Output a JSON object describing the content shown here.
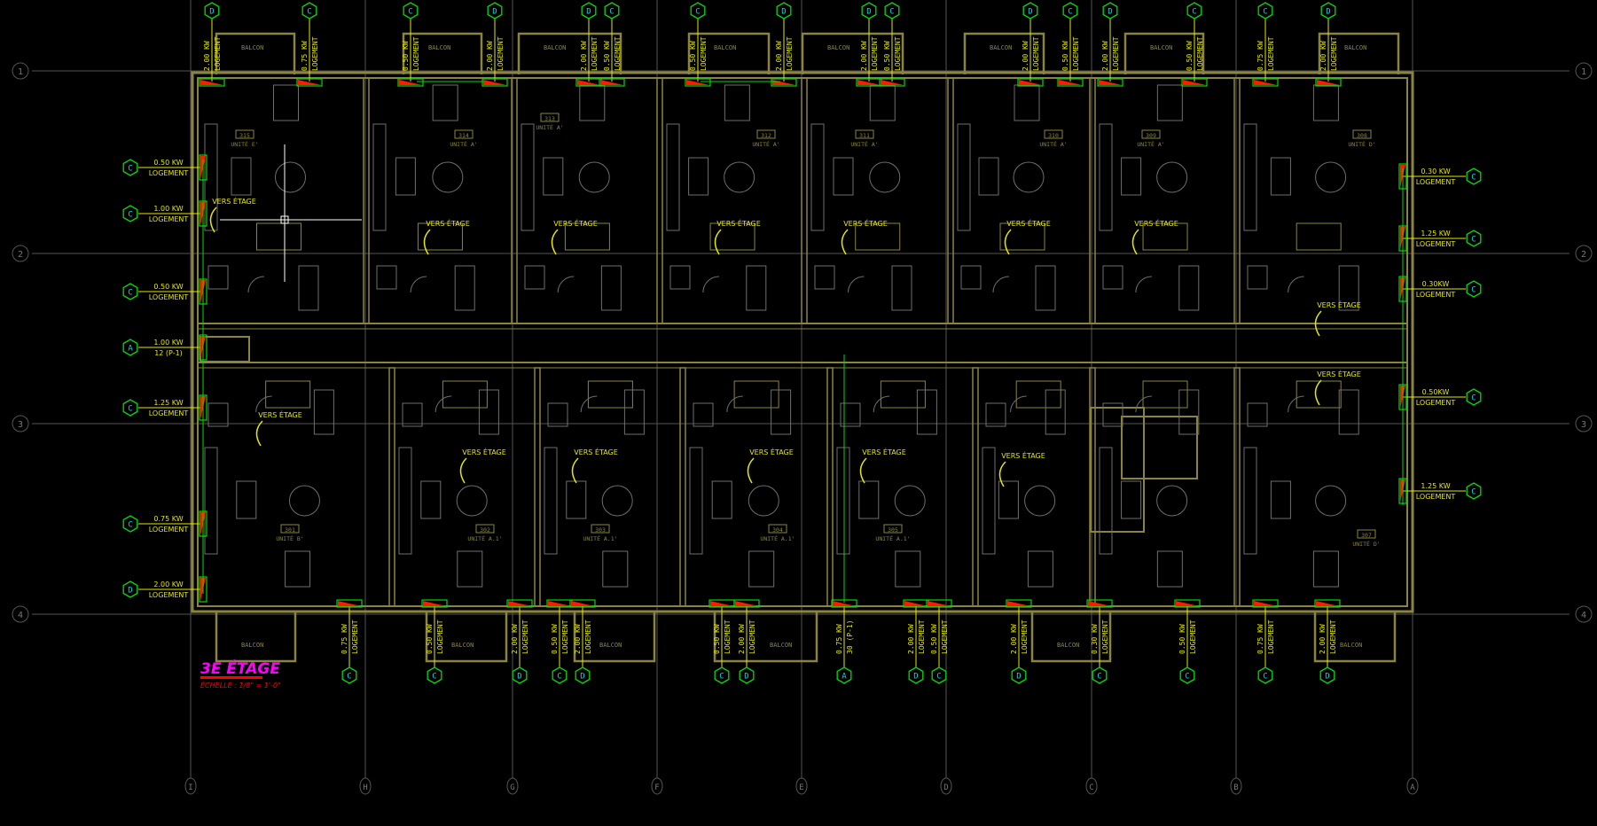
{
  "drawing": {
    "title": "3E ÉTAGE",
    "scale": "ÉCHELLE : 1/8\" = 1'-0\""
  },
  "grid": {
    "rows": [
      "1",
      "2",
      "3",
      "4"
    ],
    "columns": [
      "I",
      "H",
      "G",
      "F",
      "E",
      "D",
      "C",
      "B",
      "A"
    ]
  },
  "labels": {
    "balcony": "BALCON",
    "stairs": "VERS ÉTAGE"
  },
  "callouts_top": [
    {
      "circuit": "D",
      "load": "2.00 KW",
      "label": "LOGEMENT"
    },
    {
      "circuit": "C",
      "load": "0.75 KW",
      "label": "LOGEMENT"
    },
    {
      "circuit": "C",
      "load": "0.50 KW",
      "label": "LOGEMENT"
    },
    {
      "circuit": "D",
      "load": "2.00 KW",
      "label": "LOGEMENT"
    },
    {
      "circuit": "D",
      "load": "2.00 KW",
      "label": "LOGEMENT"
    },
    {
      "circuit": "C",
      "load": "0.50 KW",
      "label": "LOGEMENT"
    },
    {
      "circuit": "C",
      "load": "0.50 KW",
      "label": "LOGEMENT"
    },
    {
      "circuit": "D",
      "load": "2.00 KW",
      "label": "LOGEMENT"
    },
    {
      "circuit": "D",
      "load": "2.00 KW",
      "label": "LOGEMENT"
    },
    {
      "circuit": "C",
      "load": "0.50 KW",
      "label": "LOGEMENT"
    },
    {
      "circuit": "D",
      "load": "2.00 KW",
      "label": "LOGEMENT"
    },
    {
      "circuit": "C",
      "load": "0.50 KW",
      "label": "LOGEMENT"
    },
    {
      "circuit": "D",
      "load": "2.00 KW",
      "label": "LOGEMENT"
    },
    {
      "circuit": "C",
      "load": "0.50 KW",
      "label": "LOGEMENT"
    },
    {
      "circuit": "C",
      "load": "0.75 KW",
      "label": "LOGEMENT"
    },
    {
      "circuit": "D",
      "load": "2.00 KW",
      "label": "LOGEMENT"
    }
  ],
  "callouts_bottom": [
    {
      "circuit": "C",
      "load": "0.75 KW",
      "label": "LOGEMENT"
    },
    {
      "circuit": "C",
      "load": "0.50 KW",
      "label": "LOGEMENT"
    },
    {
      "circuit": "D",
      "load": "2.00 KW",
      "label": "LOGEMENT"
    },
    {
      "circuit": "C",
      "load": "0.50 KW",
      "label": "LOGEMENT"
    },
    {
      "circuit": "D",
      "load": "2.00 KW",
      "label": "LOGEMENT"
    },
    {
      "circuit": "C",
      "load": "0.50 KW",
      "label": "LOGEMENT"
    },
    {
      "circuit": "D",
      "load": "2.00 KW",
      "label": "LOGEMENT"
    },
    {
      "circuit": "A",
      "load": "0.75 KW",
      "label": "30 (P-1)"
    },
    {
      "circuit": "D",
      "load": "2.00 KW",
      "label": "LOGEMENT"
    },
    {
      "circuit": "C",
      "load": "0.50 KW",
      "label": "LOGEMENT"
    },
    {
      "circuit": "D",
      "load": "2.00 KW",
      "label": "LOGEMENT"
    },
    {
      "circuit": "C",
      "load": "0.30 KW",
      "label": "LOGEMENT"
    },
    {
      "circuit": "C",
      "load": "0.50 KW",
      "label": "LOGEMENT"
    },
    {
      "circuit": "C",
      "load": "0.75 KW",
      "label": "LOGEMENT"
    },
    {
      "circuit": "D",
      "load": "2.00 KW",
      "label": "LOGEMENT"
    }
  ],
  "callouts_left": [
    {
      "circuit": "C",
      "load": "0.50 KW",
      "label": "LOGEMENT"
    },
    {
      "circuit": "C",
      "load": "1.00 KW",
      "label": "LOGEMENT"
    },
    {
      "circuit": "C",
      "load": "0.50 KW",
      "label": "LOGEMENT"
    },
    {
      "circuit": "A",
      "load": "1.00 KW",
      "label": "12 (P-1)"
    },
    {
      "circuit": "C",
      "load": "1.25 KW",
      "label": "LOGEMENT"
    },
    {
      "circuit": "C",
      "load": "0.75 KW",
      "label": "LOGEMENT"
    },
    {
      "circuit": "D",
      "load": "2.00 KW",
      "label": "LOGEMENT"
    }
  ],
  "callouts_right": [
    {
      "circuit": "C",
      "load": "0.30 KW",
      "label": "LOGEMENT"
    },
    {
      "circuit": "C",
      "load": "1.25 KW",
      "label": "LOGEMENT"
    },
    {
      "circuit": "C",
      "load": "0.30KW",
      "label": "LOGEMENT"
    },
    {
      "circuit": "C",
      "load": "0.50KW",
      "label": "LOGEMENT"
    },
    {
      "circuit": "C",
      "load": "1.25 KW",
      "label": "LOGEMENT"
    }
  ],
  "units": [
    {
      "number": "315",
      "type": "UNITÉ E'"
    },
    {
      "number": "314",
      "type": "UNITÉ A'"
    },
    {
      "number": "313",
      "type": "UNITÉ A'"
    },
    {
      "number": "312",
      "type": "UNITÉ A'"
    },
    {
      "number": "311",
      "type": "UNITÉ A'"
    },
    {
      "number": "310",
      "type": "UNITÉ A'"
    },
    {
      "number": "309",
      "type": "UNITÉ A'"
    },
    {
      "number": "308",
      "type": "UNITÉ D'"
    },
    {
      "number": "301",
      "type": "UNITÉ B'"
    },
    {
      "number": "302",
      "type": "UNITÉ A.1'"
    },
    {
      "number": "303",
      "type": "UNITÉ A.1'"
    },
    {
      "number": "304",
      "type": "UNITÉ A.1'"
    },
    {
      "number": "305",
      "type": "UNITÉ A.1'"
    },
    {
      "number": "307",
      "type": "UNITÉ D'"
    }
  ],
  "colors": {
    "background": "#000000",
    "walls": "#8a8440",
    "furniture": "#6e6e6e",
    "grid": "#555555",
    "callout_line": "#e6e600",
    "circuit_hex": "#00dd00",
    "circuit_text": "#00d8e0",
    "heater": "#ff1a00",
    "title": "#ff00ff",
    "scale": "#ff0000"
  }
}
